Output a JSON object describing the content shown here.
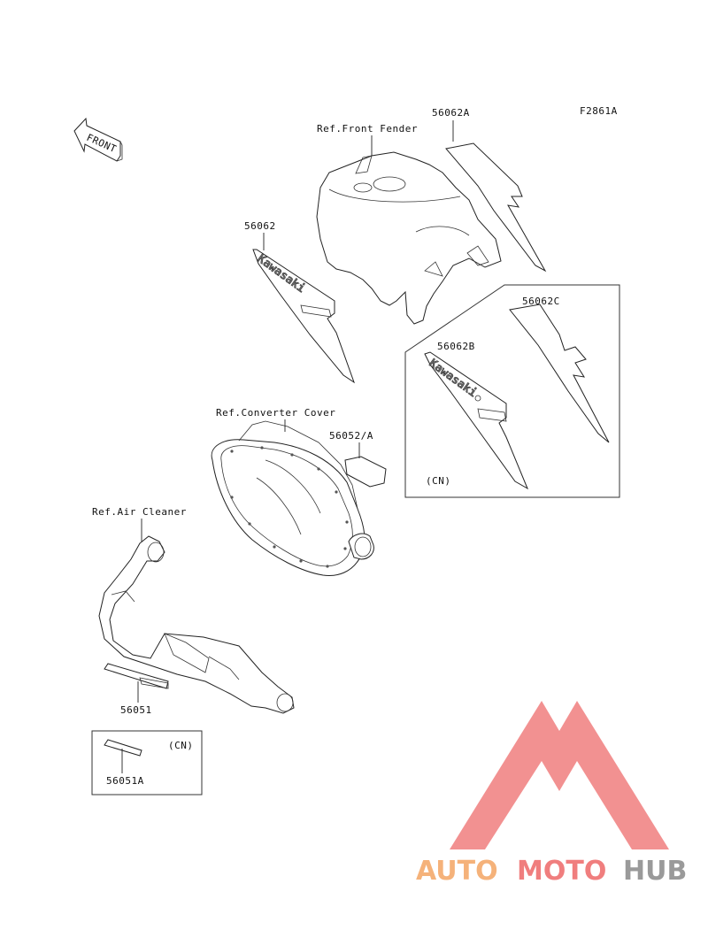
{
  "figure_code": "F2861A",
  "direction_arrow": {
    "label": "FRONT"
  },
  "references": {
    "front_fender": "Ref.Front Fender",
    "converter_cover": "Ref.Converter Cover",
    "air_cleaner": "Ref.Air Cleaner"
  },
  "parts": {
    "p56062A": "56062A",
    "p56062": "56062",
    "p56062C": "56062C",
    "p56062B": "56062B",
    "p56052A": "56052/A",
    "p56051": "56051",
    "p56051A": "56051A"
  },
  "decal_text": {
    "brand": "Kawasaki"
  },
  "inset_boxes": {
    "upper_region": "(CN)",
    "lower_region": "(CN)"
  },
  "watermark": {
    "part1": "AUTO",
    "part2": "MOTO",
    "part3": "HUB",
    "colors": {
      "auto": "#f5b27a",
      "moto": "#f07e7e",
      "hub": "#9a9a9a",
      "mark": "#f07e7e"
    }
  }
}
